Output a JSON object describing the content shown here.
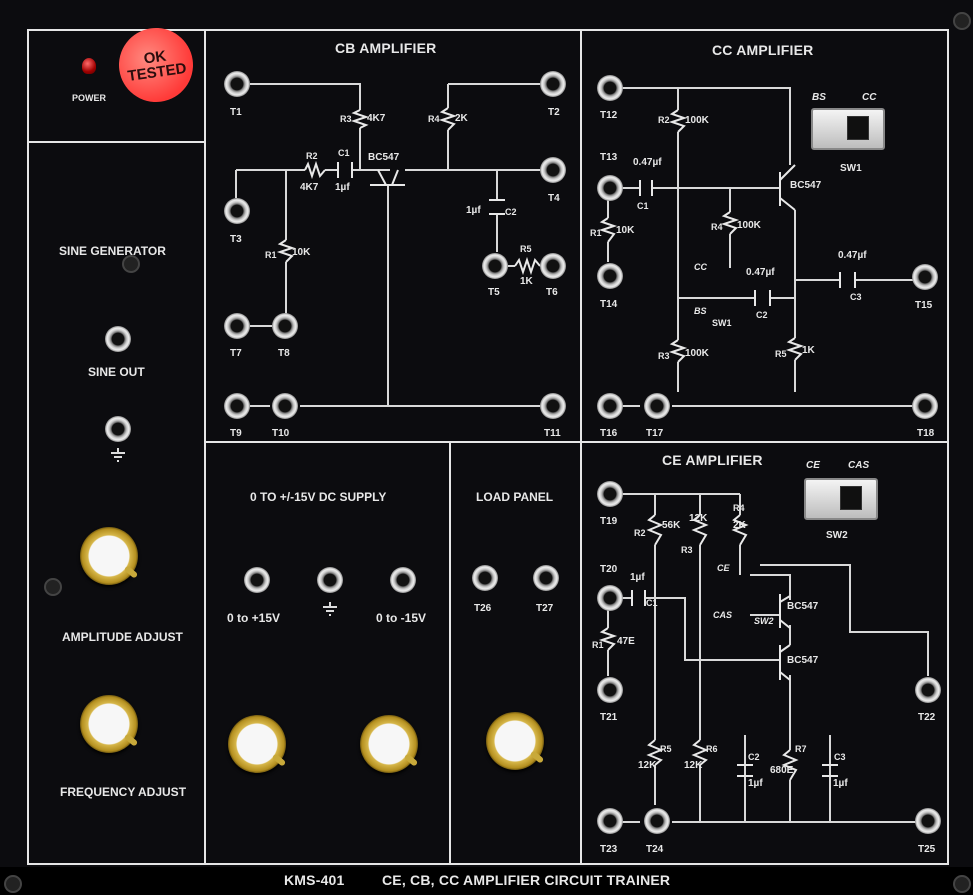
{
  "panel": {
    "model": "KMS-401",
    "title": "CE, CB, CC AMPLIFIER CIRCUIT TRAINER",
    "power_label": "POWER",
    "sticker_text": "OK\nTESTED"
  },
  "left": {
    "sine_generator": "SINE GENERATOR",
    "sine_out": "SINE OUT",
    "amplitude": "AMPLITUDE ADJUST",
    "frequency": "FREQUENCY ADJUST"
  },
  "cb": {
    "title": "CB AMPLIFIER",
    "transistor": "BC547",
    "r1": "R1",
    "r1v": "10K",
    "r2": "R2",
    "r2v": "4K7",
    "r3": "R3",
    "r3v": "4K7",
    "r4": "R4",
    "r4v": "2K",
    "r5": "R5",
    "r5v": "1K",
    "c1": "C1",
    "c1v": "1µf",
    "c2": "C2",
    "c2v": "1µf",
    "t1": "T1",
    "t2": "T2",
    "t3": "T3",
    "t4": "T4",
    "t5": "T5",
    "t6": "T6",
    "t7": "T7",
    "t8": "T8",
    "t9": "T9",
    "t10": "T10",
    "t11": "T11"
  },
  "cc": {
    "title": "CC AMPLIFIER",
    "switch": "SW1",
    "sw_bs": "BS",
    "sw_cc": "CC",
    "transistor": "BC547",
    "r1": "R1",
    "r1v": "10K",
    "r2": "R2",
    "r2v": "100K",
    "r3": "R3",
    "r3v": "100K",
    "r4": "R4",
    "r4v": "100K",
    "r5": "R5",
    "r5v": "1K",
    "c1": "C1",
    "c1v": "0.47µf",
    "c2": "C2",
    "c2v": "0.47µf",
    "c3": "C3",
    "c3v": "0.47µf",
    "cc_sw": "CC",
    "bs_sw": "BS",
    "sw1": "SW1",
    "t12": "T12",
    "t13": "T13",
    "t14": "T14",
    "t15": "T15",
    "t16": "T16",
    "t17": "T17",
    "t18": "T18"
  },
  "ce": {
    "title": "CE AMPLIFIER",
    "switch": "SW2",
    "sw_ce": "CE",
    "sw_cas": "CAS",
    "transistor1": "BC547",
    "transistor2": "BC547",
    "r1": "R1",
    "r1v": "47E",
    "r2": "R2",
    "r2v": "56K",
    "r3": "R3",
    "r3v": "12K",
    "r4": "R4",
    "r4v": "2K",
    "r5": "R5",
    "r5v": "12K",
    "r6": "R6",
    "r6v": "12K",
    "r7": "R7",
    "r7v": "680E",
    "c1": "C1",
    "c1v": "1µf",
    "c2": "C2",
    "c2v": "1µf",
    "c3": "C3",
    "c3v": "1µf",
    "ce_sw": "CE",
    "cas_sw": "CAS",
    "sw2": "SW2",
    "t19": "T19",
    "t20": "T20",
    "t21": "T21",
    "t22": "T22",
    "t23": "T23",
    "t24": "T24",
    "t25": "T25"
  },
  "dc": {
    "title": "0 TO +/-15V DC SUPPLY",
    "pos": "0 to +15V",
    "neg": "0 to -15V"
  },
  "load": {
    "title": "LOAD PANEL",
    "t26": "T26",
    "t27": "T27"
  }
}
